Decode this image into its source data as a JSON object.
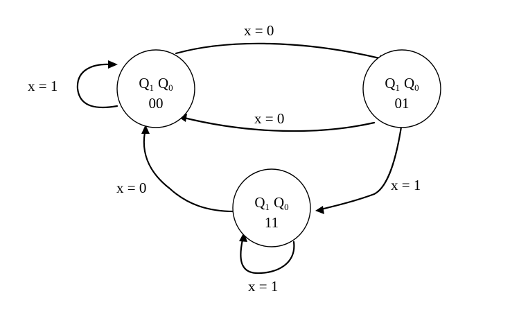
{
  "diagram": {
    "states": {
      "s00": {
        "var1": "Q",
        "sub1": "1",
        "var2": "Q",
        "sub2": "0",
        "code": "00"
      },
      "s01": {
        "var1": "Q",
        "sub1": "1",
        "var2": "Q",
        "sub2": "0",
        "code": "01"
      },
      "s11": {
        "var1": "Q",
        "sub1": "1",
        "var2": "Q",
        "sub2": "0",
        "code": "11"
      }
    },
    "transitions": {
      "t00_self": "x = 1",
      "t00_to_01": "x = 0",
      "t01_to_00": "x = 0",
      "t01_to_11": "x = 1",
      "t11_to_00": "x = 0",
      "t11_self": "x = 1"
    }
  }
}
